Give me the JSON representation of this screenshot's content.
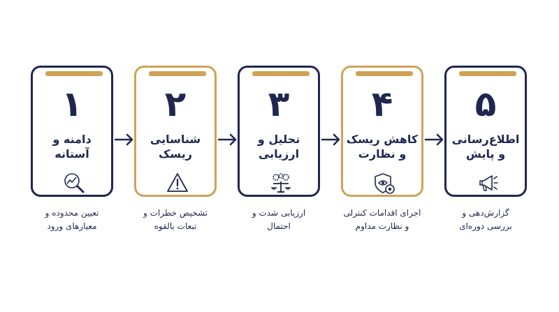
{
  "colors": {
    "navy": "#1f2750",
    "gold": "#cfa255"
  },
  "steps": [
    {
      "number": "۱",
      "title_line1": "دامنه و",
      "title_line2": "آستانه",
      "icon": "magnifier-chart-icon",
      "desc_line1": "تعیین محدوده و",
      "desc_line2": "معیارهای ورود"
    },
    {
      "number": "۲",
      "title_line1": "شناسایی",
      "title_line2": "ریسک",
      "icon": "warning-triangle-icon",
      "desc_line1": "تشخیص خطرات و",
      "desc_line2": "تبعات بالقوه"
    },
    {
      "number": "۳",
      "title_line1": "تحلیل و",
      "title_line2": "ارزیابی",
      "icon": "gears-balance-icon",
      "desc_line1": "ارزیابی شدت و",
      "desc_line2": "احتمال"
    },
    {
      "number": "۴",
      "title_line1": "کاهش ریسک",
      "title_line2": "و نظارت",
      "icon": "shield-eye-icon",
      "desc_line1": "اجرای اقدامات کنترلی",
      "desc_line2": "و نظارت مداوم"
    },
    {
      "number": "۵",
      "title_line1": "اطلاع‌رسانی",
      "title_line2": "و پایش",
      "icon": "megaphone-icon",
      "desc_line1": "گزارش‌دهی و",
      "desc_line2": "بررسی دوره‌ای"
    }
  ]
}
